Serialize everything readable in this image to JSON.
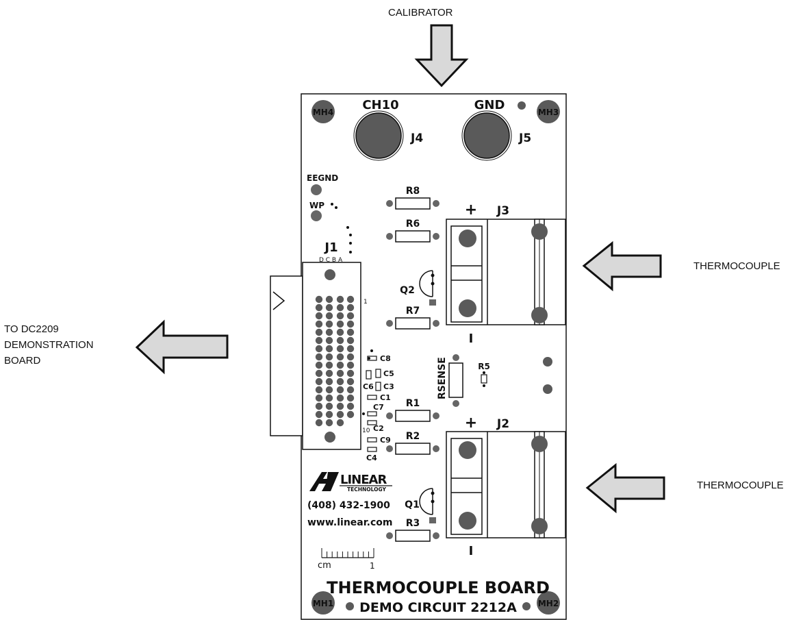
{
  "callouts": {
    "calibrator": "CALIBRATOR",
    "thermocouple_top": "THERMOCOUPLE",
    "thermocouple_bottom": "THERMOCOUPLE",
    "demo_board_line1": "TO DC2209",
    "demo_board_line2": "DEMONSTRATION",
    "demo_board_line3": "BOARD"
  },
  "board": {
    "title": "THERMOCOUPLE BOARD",
    "subtitle": "DEMO CIRCUIT  2212A",
    "phone": "(408)  432-1900",
    "website": "www.linear.com",
    "logo_text": "LINEAR",
    "logo_subtext": "TECHNOLOGY",
    "scale_unit": "cm",
    "scale_value": "1",
    "mounting_holes": [
      "MH4",
      "MH3",
      "MH1",
      "MH2"
    ],
    "jacks": {
      "j4_name": "CH10",
      "j4_ref": "J4",
      "j5_name": "GND",
      "j5_ref": "J5"
    },
    "test_points": {
      "eegnd": "EEGND",
      "wp": "WP"
    },
    "connector": {
      "ref": "J1",
      "columns": "D C B A",
      "pin_first": "1",
      "pin_last": "10"
    },
    "terminals": {
      "top": "J3",
      "bottom": "J2",
      "plus": "+",
      "minus": "I"
    },
    "resistors": [
      "R8",
      "R6",
      "R7",
      "R1",
      "R2",
      "R3",
      "R5"
    ],
    "rsense": "RSENSE",
    "transistors": [
      "Q2",
      "Q1"
    ],
    "capacitors": [
      "C8",
      "C5",
      "C6",
      "C3",
      "C1",
      "C7",
      "C2",
      "C9",
      "C4"
    ]
  },
  "colors": {
    "arrow_fill": "#d9d9d9",
    "outline": "#111111",
    "hole": "#5a5a5a",
    "pad": "#666666"
  }
}
